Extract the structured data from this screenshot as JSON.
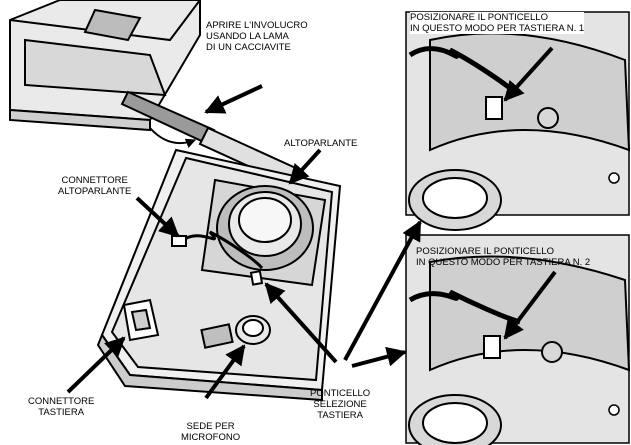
{
  "labels": {
    "open_case": [
      "APRIRE L'INVOLUCRO",
      "USANDO LA LAMA",
      "DI UN CACCIAVITE"
    ],
    "speaker": [
      "ALTOPARLANTE"
    ],
    "speaker_connector": [
      "CONNETTORE",
      "ALTOPARLANTE"
    ],
    "keypad_connector": [
      "CONNETTORE",
      "TASTIERA"
    ],
    "mic_seat": [
      "SEDE PER",
      "MICROFONO"
    ],
    "jumper_select": [
      "PONTICELLO",
      "SELEZIONE",
      "TASTIERA"
    ],
    "jumper_pos_1": [
      "POSIZIONARE IL PONTICELLO",
      "IN QUESTO MODO PER TASTIERA N. 1"
    ],
    "jumper_pos_2": [
      "POSIZIONARE IL PONTICELLO",
      "IN QUESTO MODO PER TASTIERA N. 2"
    ]
  }
}
